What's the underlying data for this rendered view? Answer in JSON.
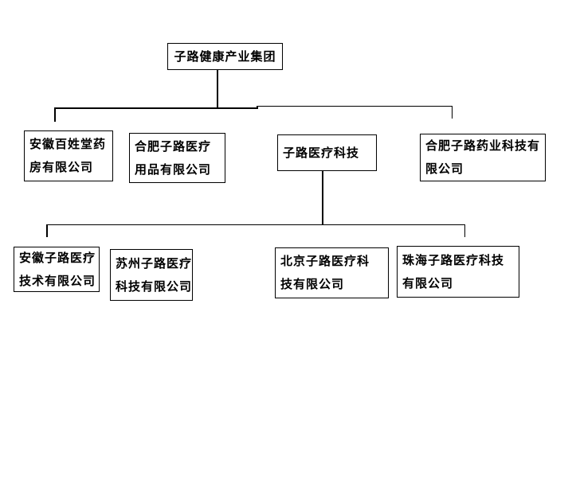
{
  "canvas": {
    "background_color": "#ffffff",
    "line_color": "#000000",
    "text_color": "#000000"
  },
  "org_chart": {
    "root": {
      "name": "子路健康产业集团",
      "line1": "子路健康产业集团"
    },
    "level2": [
      {
        "name": "安徽百姓堂药房有限公司",
        "line1": "安徽百姓堂药",
        "line2": "房有限公司",
        "parent": "子路健康产业集团"
      },
      {
        "name": "合肥子路医疗用品有限公司",
        "line1": "合肥子路医疗",
        "line2": "用品有限公司",
        "parent": "子路健康产业集团"
      },
      {
        "name": "子路医疗科技",
        "line1": "子路医疗科技",
        "parent": "子路健康产业集团"
      },
      {
        "name": "合肥子路药业科技有限公司",
        "line1": "合肥子路药业科技有",
        "line2": "限公司",
        "parent": "子路健康产业集团"
      }
    ],
    "level3": [
      {
        "name": "安徽子路医疗技术有限公司",
        "line1": "安徽子路医疗",
        "line2": "技术有限公司",
        "parent": "子路医疗科技"
      },
      {
        "name": "苏州子路医疗科技有限公司",
        "line1": "苏州子路医疗",
        "line2": "科技有限公司",
        "parent": "子路医疗科技"
      },
      {
        "name": "北京子路医疗科技有限公司",
        "line1": "北京子路医疗科",
        "line2": "技有限公司",
        "parent": "子路医疗科技"
      },
      {
        "name": "珠海子路医疗科技有限公司",
        "line1": "珠海子路医疗科技",
        "line2": "有限公司",
        "parent": "子路医疗科技"
      }
    ]
  }
}
